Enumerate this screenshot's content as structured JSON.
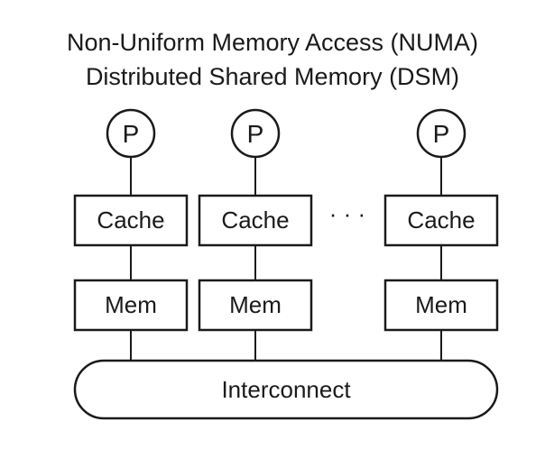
{
  "title": {
    "line1": "Non-Uniform Memory Access (NUMA)",
    "line2": "Distributed Shared Memory (DSM)"
  },
  "processor_label": "P",
  "cache_label": "Cache",
  "memory_label": "Mem",
  "ellipsis": "· · ·",
  "interconnect_label": "Interconnect",
  "colors": {
    "stroke": "#1a1a1a",
    "fill": "#ffffff",
    "text": "#1a1a1a"
  }
}
